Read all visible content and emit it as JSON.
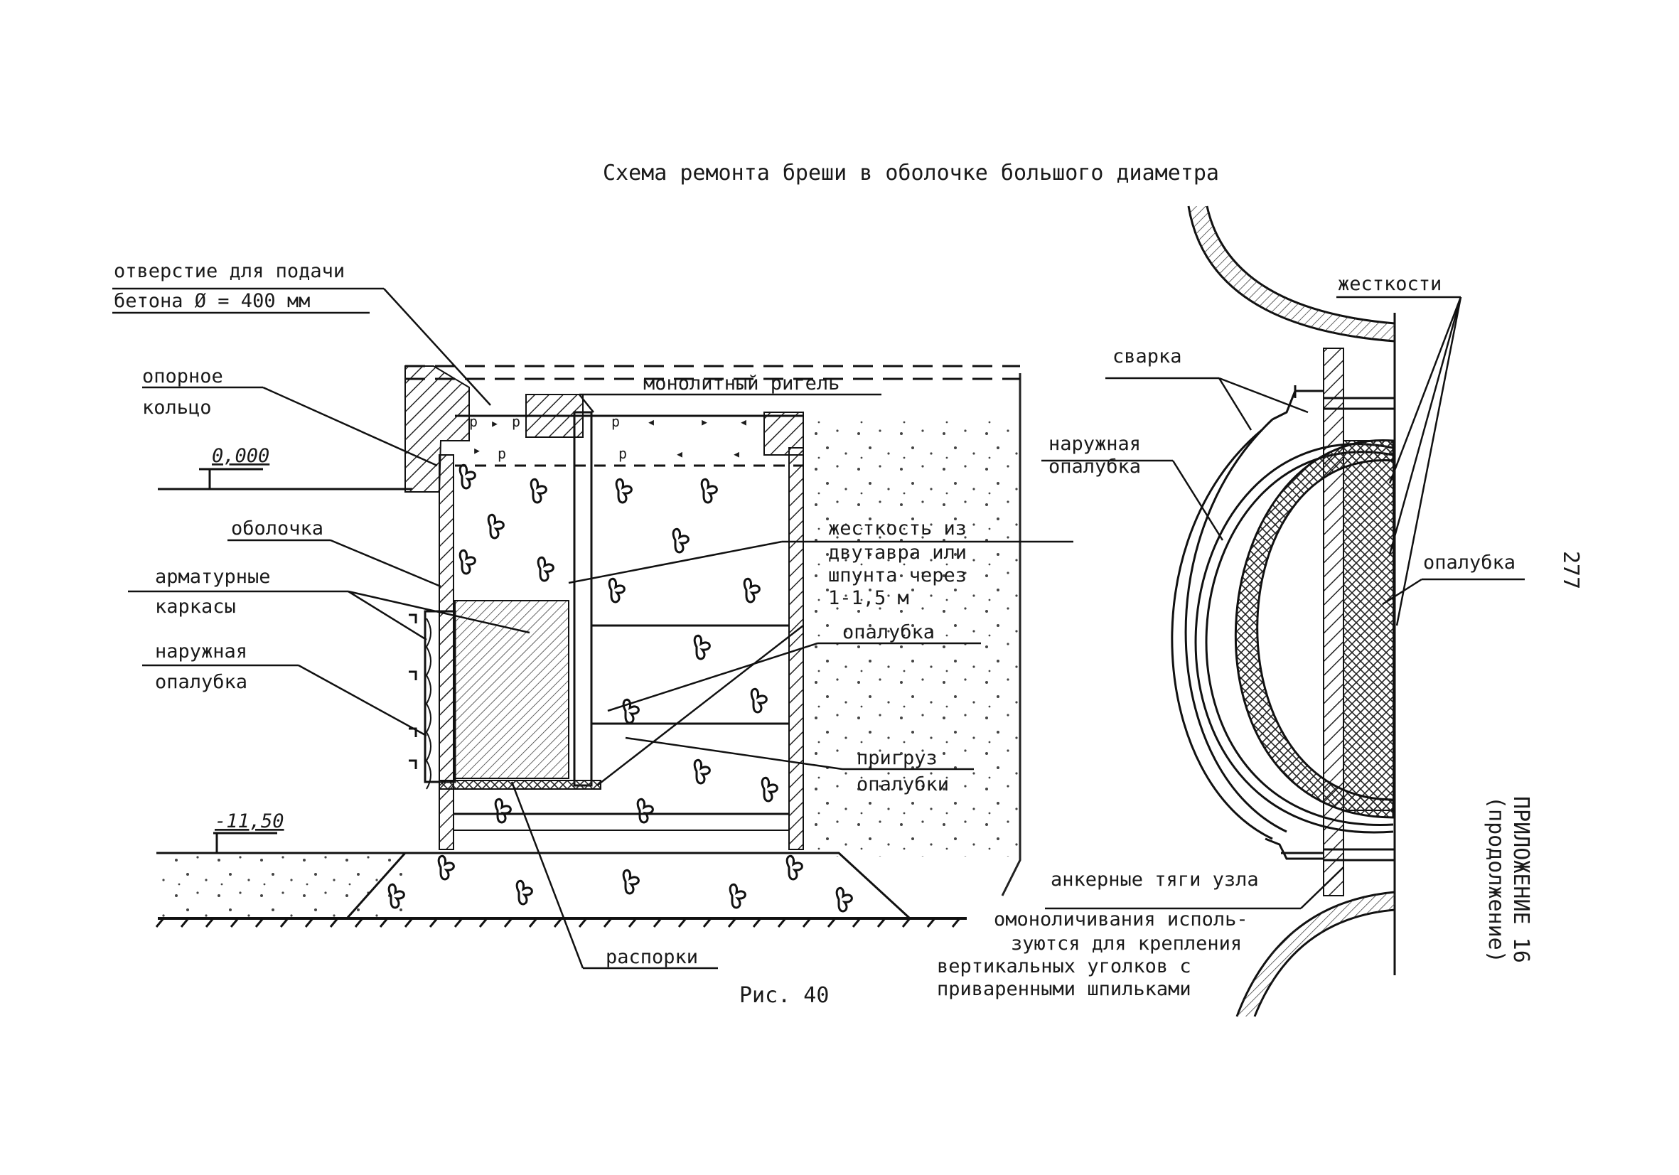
{
  "title": "Схема ремонта бреши в оболочке большого диаметра",
  "caption": "Рис. 40",
  "page_number": "277",
  "appendix": [
    "ПРИЛОЖЕНИЕ 16",
    "(продолжение)"
  ],
  "levels": {
    "top": "0,000",
    "bottom": "-11,50"
  },
  "labels": {
    "hole_1": "отверстие для подачи",
    "hole_2": "бетона  Ø = 400 мм",
    "ring_1": "опорное",
    "ring_2": "кольцо",
    "shell": "оболочка",
    "cages_1": "арматурные",
    "cages_2": "каркасы",
    "outer_form_1": "наружная",
    "outer_form_2": "опалубка",
    "girder": "монолитный ригель",
    "stiff_1": "жесткость из",
    "stiff_2": "двутавра или",
    "stiff_3": "шпунта через",
    "stiff_4": "1-1,5 м",
    "formwork": "опалубка",
    "load_1": "пригруз",
    "load_2": "опалубки",
    "struts": "распорки",
    "r_stiff": "жесткости",
    "r_weld": "сварка",
    "r_outer_1": "наружная",
    "r_outer_2": "опалубка",
    "r_form": "опалубка",
    "anchor_1": "анкерные тяги узла",
    "anchor_2": "омоноличивания исполь-",
    "anchor_3": "зуются для крепления",
    "anchor_4": "вертикальных уголков с",
    "anchor_5": "приваренными шпильками"
  }
}
